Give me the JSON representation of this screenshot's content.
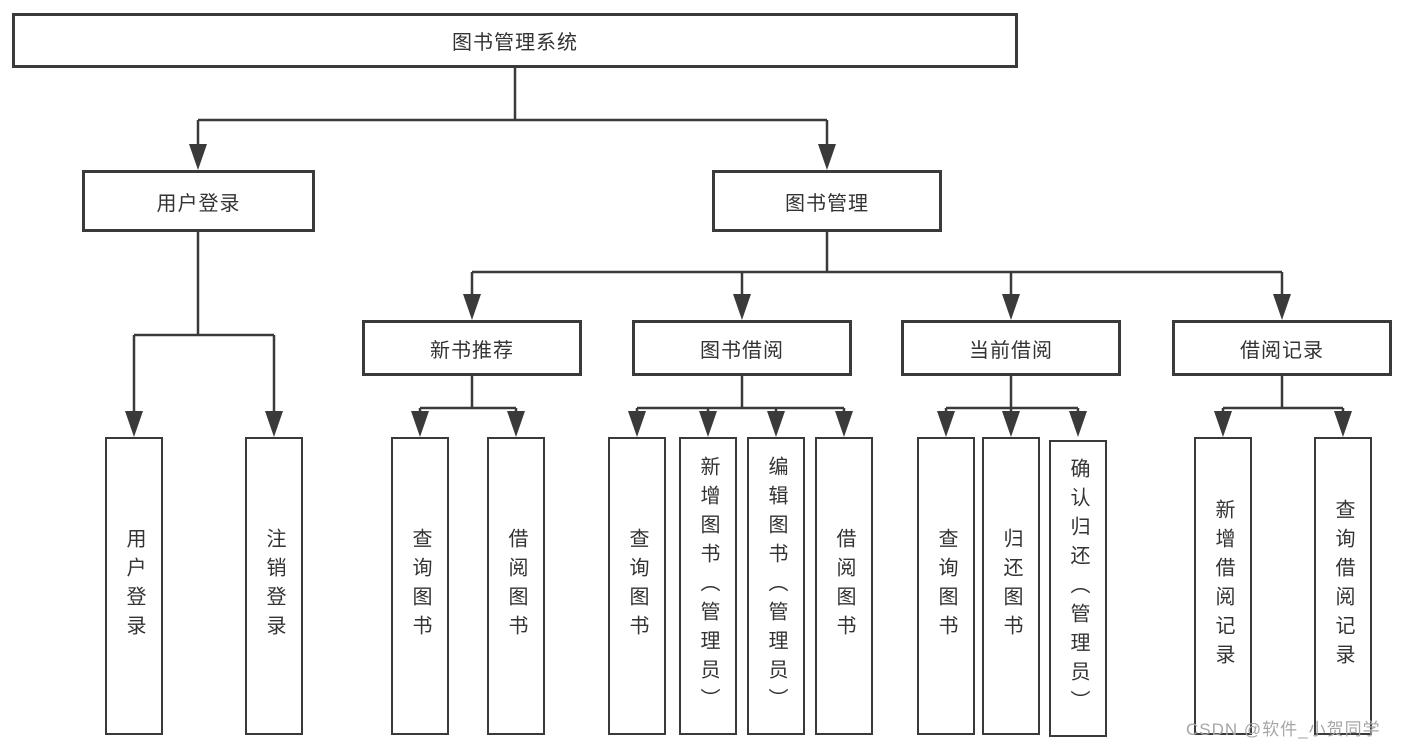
{
  "colors": {
    "line": "#3a3a3a",
    "text": "#333333",
    "box_background": "#ffffff",
    "page_background": "#ffffff",
    "watermark": "#a6a6a6"
  },
  "watermark": {
    "text": "CSDN @软件_小贺同学"
  },
  "chart_type": "tree-diagram",
  "tree": {
    "label": "图书管理系统",
    "children": [
      {
        "label": "用户登录",
        "children": [
          {
            "label": "用户登录"
          },
          {
            "label": "注销登录"
          }
        ]
      },
      {
        "label": "图书管理",
        "children": [
          {
            "label": "新书推荐",
            "children": [
              {
                "label": "查询图书"
              },
              {
                "label": "借阅图书"
              }
            ]
          },
          {
            "label": "图书借阅",
            "children": [
              {
                "label": "查询图书"
              },
              {
                "label": "新增图书（管理员）"
              },
              {
                "label": "编辑图书（管理员）"
              },
              {
                "label": "借阅图书"
              }
            ]
          },
          {
            "label": "当前借阅",
            "children": [
              {
                "label": "查询图书"
              },
              {
                "label": "归还图书"
              },
              {
                "label": "确认归还（管理员）"
              }
            ]
          },
          {
            "label": "借阅记录",
            "children": [
              {
                "label": "新增借阅记录"
              },
              {
                "label": "查询借阅记录"
              }
            ]
          }
        ]
      }
    ]
  }
}
